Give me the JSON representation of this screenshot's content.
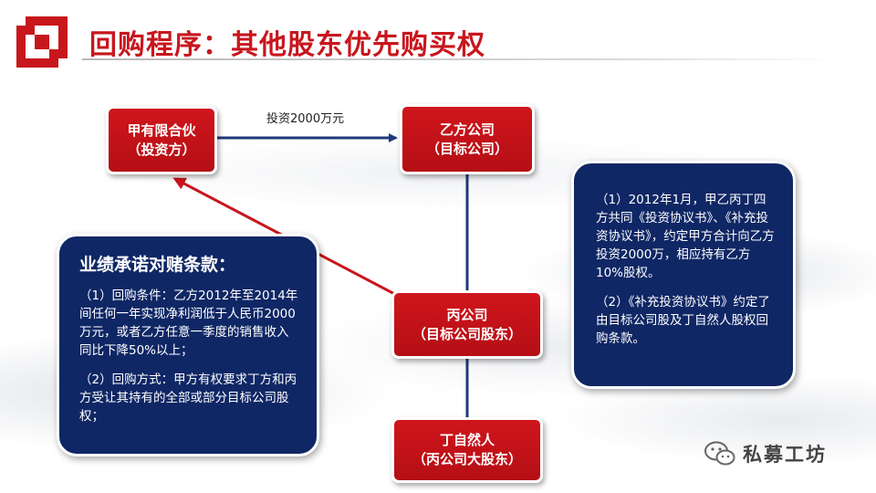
{
  "title": "回购程序：其他股东优先购买权",
  "nodes": {
    "investor": {
      "line1": "甲有限合伙",
      "line2": "（投资方）"
    },
    "target": {
      "line1": "乙方公司",
      "line2": "（目标公司）"
    },
    "shareholder": {
      "line1": "丙公司",
      "line2": "（目标公司股东）"
    },
    "person": {
      "line1": "丁自然人",
      "line2": "（丙公司大股东）"
    }
  },
  "edges": {
    "investment_label": "投资2000万元"
  },
  "left_panel": {
    "heading": "业绩承诺对赌条款：",
    "para1": "（1）回购条件：乙方2012年至2014年间任何一年实现净利润低于人民币2000万元，或者乙方任意一季度的销售收入同比下降50%以上；",
    "para2": "（2）回购方式：甲方有权要求丁方和丙方受让其持有的全部或部分目标公司股权；"
  },
  "right_panel": {
    "para1": "（1）2012年1月，甲乙丙丁四方共同《投资协议书》、《补充投资协议书》，约定甲方合计向乙方投资2000万，相应持有乙方10%股权。",
    "para2": "（2）《补充投资协议书》约定了由目标公司股及丁自然人股权回购条款。"
  },
  "watermark": {
    "text": "私募工坊",
    "icon": "wechat-icon"
  },
  "colors": {
    "accent_red": "#c8161d",
    "box_red": "#c4121a",
    "panel_navy": "#0f2765",
    "connector_navy": "#1f3a7a"
  }
}
